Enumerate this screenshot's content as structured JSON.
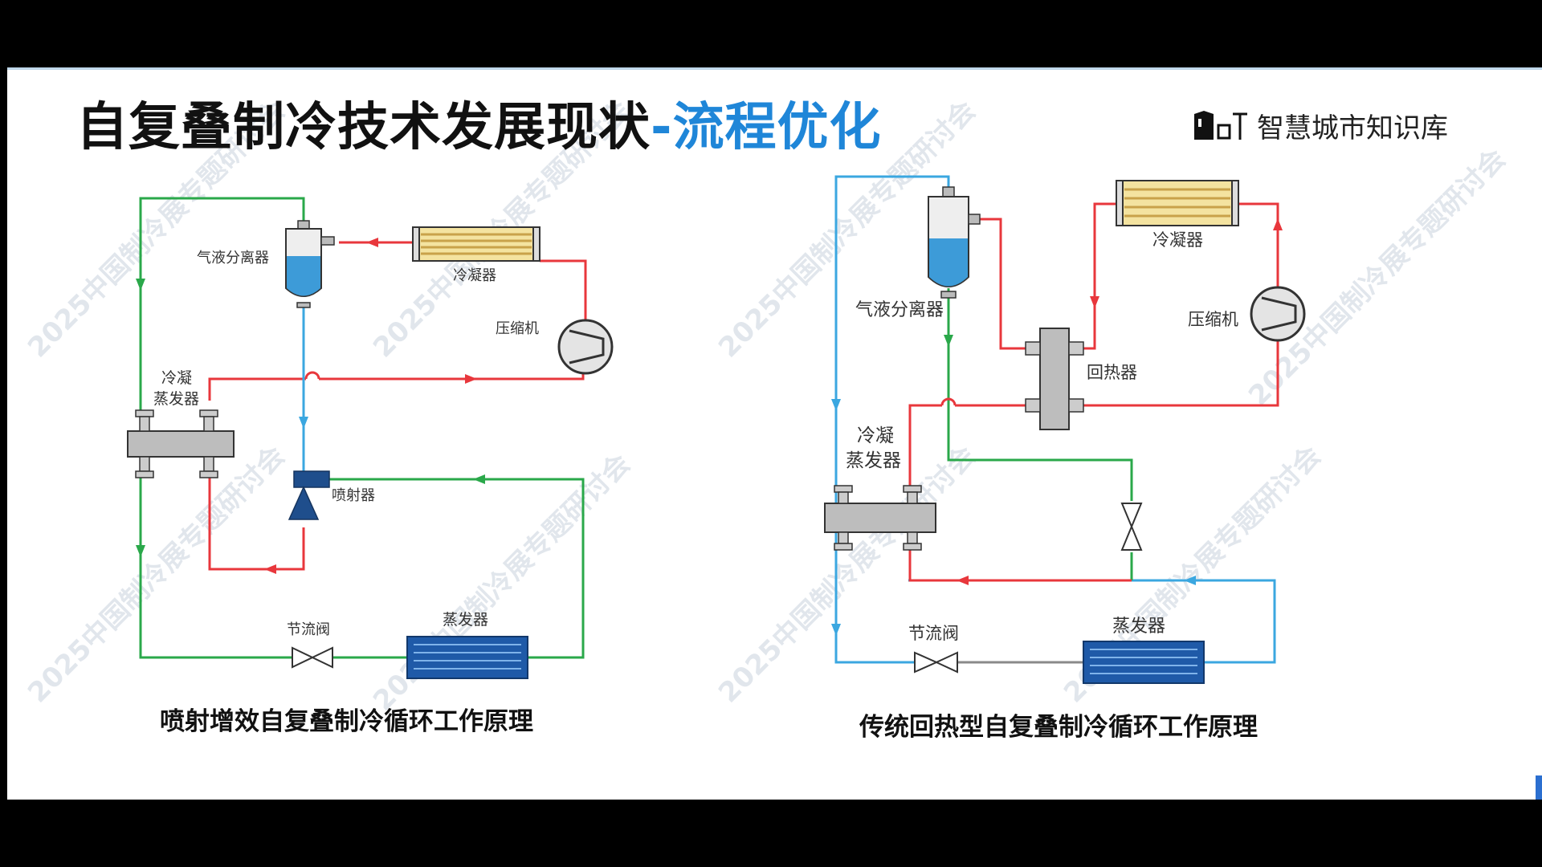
{
  "slide": {
    "title_main": "自复叠制冷技术发展现状",
    "title_sep": "-",
    "title_accent": "流程优化",
    "logo_text": "智慧城市知识库",
    "watermark": "2025中国制冷展专题研讨会"
  },
  "colors": {
    "red": "#e8373c",
    "green": "#2aa84a",
    "blue": "#3ba7e0",
    "gray": "#8a8a8a",
    "accent": "#1f86d8"
  },
  "left_diagram": {
    "caption": "喷射增效自复叠制冷循环工作原理",
    "separator": "气液分离器",
    "condenser": "冷凝器",
    "compressor": "压缩机",
    "cond_evap_line1": "冷凝",
    "cond_evap_line2": "蒸发器",
    "ejector": "喷射器",
    "throttle": "节流阀",
    "evaporator": "蒸发器"
  },
  "right_diagram": {
    "caption": "传统回热型自复叠制冷循环工作原理",
    "separator": "气液分离器",
    "condenser": "冷凝器",
    "compressor": "压缩机",
    "regenerator": "回热器",
    "cond_evap_line1": "冷凝",
    "cond_evap_line2": "蒸发器",
    "throttle": "节流阀",
    "evaporator": "蒸发器"
  }
}
